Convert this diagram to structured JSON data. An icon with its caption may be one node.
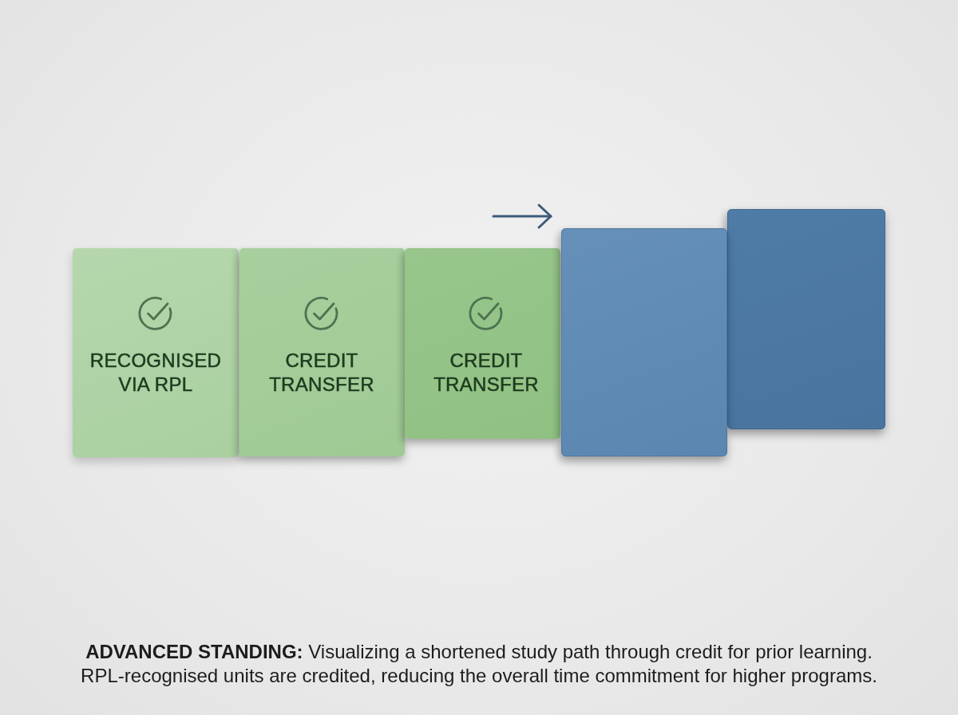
{
  "diagram": {
    "caption": "**ADVANCED STANDING:** Visualizing a shortened study path through credit for prior learning. RPL-recognised units are credited, reducing the overall time commitment for higher programs.",
    "nodes": [
      {
        "text": [
          "RECOGNISED VIA RPL"
        ]
      },
      {
        "text": [
          "CREDIT TRANSFER"
        ]
      },
      {
        "text": [
          "CREDIT TRANSFER"
        ]
      },
      {
        "text": [],
        "shape": "box"
      },
      {
        "text": [],
        "shape": "box"
      }
    ]
  }
}
